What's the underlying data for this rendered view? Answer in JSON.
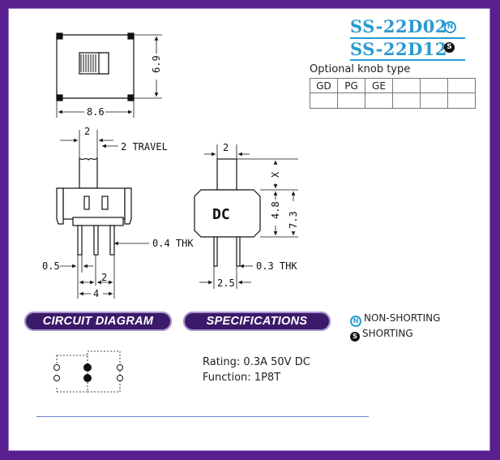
{
  "header": {
    "model_n": "SS-22D02",
    "model_s": "SS-22D12",
    "badge_n": "N",
    "badge_s": "S"
  },
  "knob": {
    "caption": "Optional knob type",
    "types": [
      "GD",
      "PG",
      "GE",
      "",
      "",
      ""
    ]
  },
  "dimensions": {
    "width": "8.6",
    "height": "6.9",
    "pitch_top": "2",
    "travel": "2 TRAVEL",
    "thk_pin": "0.4 THK",
    "pin_w": "0.5",
    "pin_pitch": "2",
    "pin_span": "4",
    "side_knob": "2",
    "side_x": "X",
    "side_body": "4.8",
    "side_total": "7.3",
    "side_thk": "0.3 THK",
    "side_pin": "2.5",
    "body_marking": "DC"
  },
  "sections": {
    "circuit": "CIRCUIT DIAGRAM",
    "specifications": "SPECIFICATIONS"
  },
  "legend": {
    "non_shorting": "NON-SHORTING",
    "shorting": "SHORTING"
  },
  "specs": {
    "rating": "Rating: 0.3A 50V DC",
    "function": "Function: 1P8T"
  },
  "colors": {
    "frame": "#5a1f8e",
    "title": "#2a9ad0",
    "pill": "#3b1a6a",
    "rule": "#6e7fd0"
  }
}
